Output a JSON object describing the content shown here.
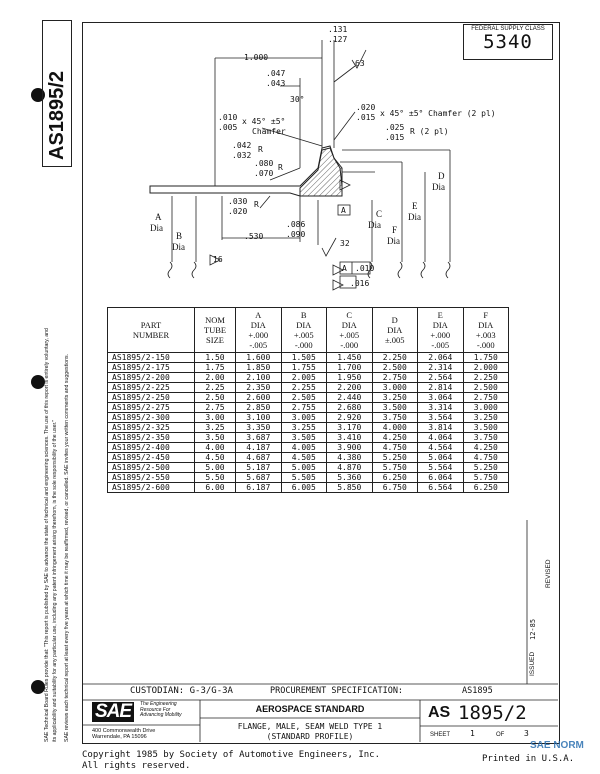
{
  "doc_number": "AS1895/2",
  "federal_supply_class": {
    "label": "FEDERAL SUPPLY CLASS",
    "value": "5340"
  },
  "drawing": {
    "dim_1000": "1.000",
    "dim_131": ".131",
    "dim_127": ".127",
    "dim_63": "63",
    "dim_047": ".047",
    "dim_043": ".043",
    "angle_30": "30°",
    "chamfer1_a": ".010",
    "chamfer1_b": ".005",
    "chamfer1_text": "x 45° ±5°",
    "chamfer1_word": "Chamfer",
    "chamfer2_a": ".020",
    "chamfer2_b": ".015",
    "chamfer2_text": "x 45° ±5° Chamfer (2 pl)",
    "r2_a": ".025",
    "r2_b": ".015",
    "r2_text": "R (2 pl)",
    "r_a": ".042",
    "r_b": ".032",
    "r_letter": "R",
    "r3_a": ".080",
    "r3_b": ".070",
    "r3_letter": "R",
    "r4_a": ".030",
    "r4_b": ".020",
    "r4_letter": "R",
    "dim_086": ".086",
    "dim_090": ".090",
    "dim_530": ".530",
    "dim_32": "32",
    "dim_16": "16",
    "a_letter": "A",
    "a_dia": "Dia",
    "b_letter": "B",
    "b_dia": "Dia",
    "c_letter": "C",
    "c_dia": "Dia",
    "d_letter": "D",
    "d_dia": "Dia",
    "e_letter": "E",
    "e_dia": "Dia",
    "f_letter": "F",
    "f_dia": "Dia",
    "datum_a": "A",
    "flag_010": ".010",
    "flag_a": "A",
    "flag_016": ".016"
  },
  "table": {
    "headers": [
      "PART\nNUMBER",
      "NOM\nTUBE\nSIZE",
      "A\nDIA\n+.000\n-.005",
      "B\nDIA\n+.005\n-.000",
      "C\nDIA\n+.005\n-.000",
      "D\nDIA\n±.005",
      "E\nDIA\n+.000\n-.005",
      "F\nDIA\n+.003\n-.000"
    ],
    "rows": [
      [
        "AS1895/2-150",
        "1.50",
        "1.600",
        "1.505",
        "1.450",
        "2.250",
        "2.064",
        "1.750"
      ],
      [
        "AS1895/2-175",
        "1.75",
        "1.850",
        "1.755",
        "1.700",
        "2.500",
        "2.314",
        "2.000"
      ],
      [
        "AS1895/2-200",
        "2.00",
        "2.100",
        "2.005",
        "1.950",
        "2.750",
        "2.564",
        "2.250"
      ],
      [
        "AS1895/2-225",
        "2.25",
        "2.350",
        "2.255",
        "2.200",
        "3.000",
        "2.814",
        "2.500"
      ],
      [
        "AS1895/2-250",
        "2.50",
        "2.600",
        "2.505",
        "2.440",
        "3.250",
        "3.064",
        "2.750"
      ],
      [
        "AS1895/2-275",
        "2.75",
        "2.850",
        "2.755",
        "2.680",
        "3.500",
        "3.314",
        "3.000"
      ],
      [
        "AS1895/2-300",
        "3.00",
        "3.100",
        "3.005",
        "2.920",
        "3.750",
        "3.564",
        "3.250"
      ],
      [
        "AS1895/2-325",
        "3.25",
        "3.350",
        "3.255",
        "3.170",
        "4.000",
        "3.814",
        "3.500"
      ],
      [
        "AS1895/2-350",
        "3.50",
        "3.687",
        "3.505",
        "3.410",
        "4.250",
        "4.064",
        "3.750"
      ],
      [
        "AS1895/2-400",
        "4.00",
        "4.187",
        "4.005",
        "3.900",
        "4.750",
        "4.564",
        "4.250"
      ],
      [
        "AS1895/2-450",
        "4.50",
        "4.687",
        "4.505",
        "4.380",
        "5.250",
        "5.064",
        "4.750"
      ],
      [
        "AS1895/2-500",
        "5.00",
        "5.187",
        "5.005",
        "4.870",
        "5.750",
        "5.564",
        "5.250"
      ],
      [
        "AS1895/2-550",
        "5.50",
        "5.687",
        "5.505",
        "5.360",
        "6.250",
        "6.064",
        "5.750"
      ],
      [
        "AS1895/2-600",
        "6.00",
        "6.187",
        "6.005",
        "5.850",
        "6.750",
        "6.564",
        "6.250"
      ]
    ]
  },
  "side_text": {
    "line1": "SAE Technical Board Rules provide that: \"This report is published by SAE to advance the state of technical and engineering sciences. The use of this report is entirely voluntary, and",
    "line2": "its applicability and suitability for any particular use, including any patent infringement arising therefrom, is the sole responsibility of the user.\"",
    "line3": "SAE reviews each technical report at least every five years at which time it may be reaffirmed, revised, or cancelled. SAE invites your written comments and suggestions."
  },
  "issued": {
    "label": "ISSUED",
    "date": "12-85",
    "revised": "REVISED"
  },
  "custodian": "CUSTODIAN: G-3/G-3A",
  "procurement": "PROCUREMENT SPECIFICATION:",
  "procurement_value": "AS1895",
  "sae": {
    "logo": "SAE",
    "tagline1": "The Engineering",
    "tagline2": "Resource For",
    "tagline3": "Advancing Mobility",
    "address1": "400 Commonwealth Drive",
    "address2": "Warrendale, PA 15096"
  },
  "aerospace_standard": "AEROSPACE STANDARD",
  "title_line1": "FLANGE, MALE, SEAM WELD TYPE 1",
  "title_line2": "(STANDARD PROFILE)",
  "as_prefix": "AS",
  "as_number": "1895/2",
  "sheet_label": "SHEET",
  "sheet_num": "1",
  "of_label": "OF",
  "sheet_total": "3",
  "copyright1": "Copyright 1985 by Society of Automotive Engineers, Inc.",
  "copyright2": "All rights reserved.",
  "printed": "Printed in U.S.A.",
  "watermark": "SAE NORM"
}
